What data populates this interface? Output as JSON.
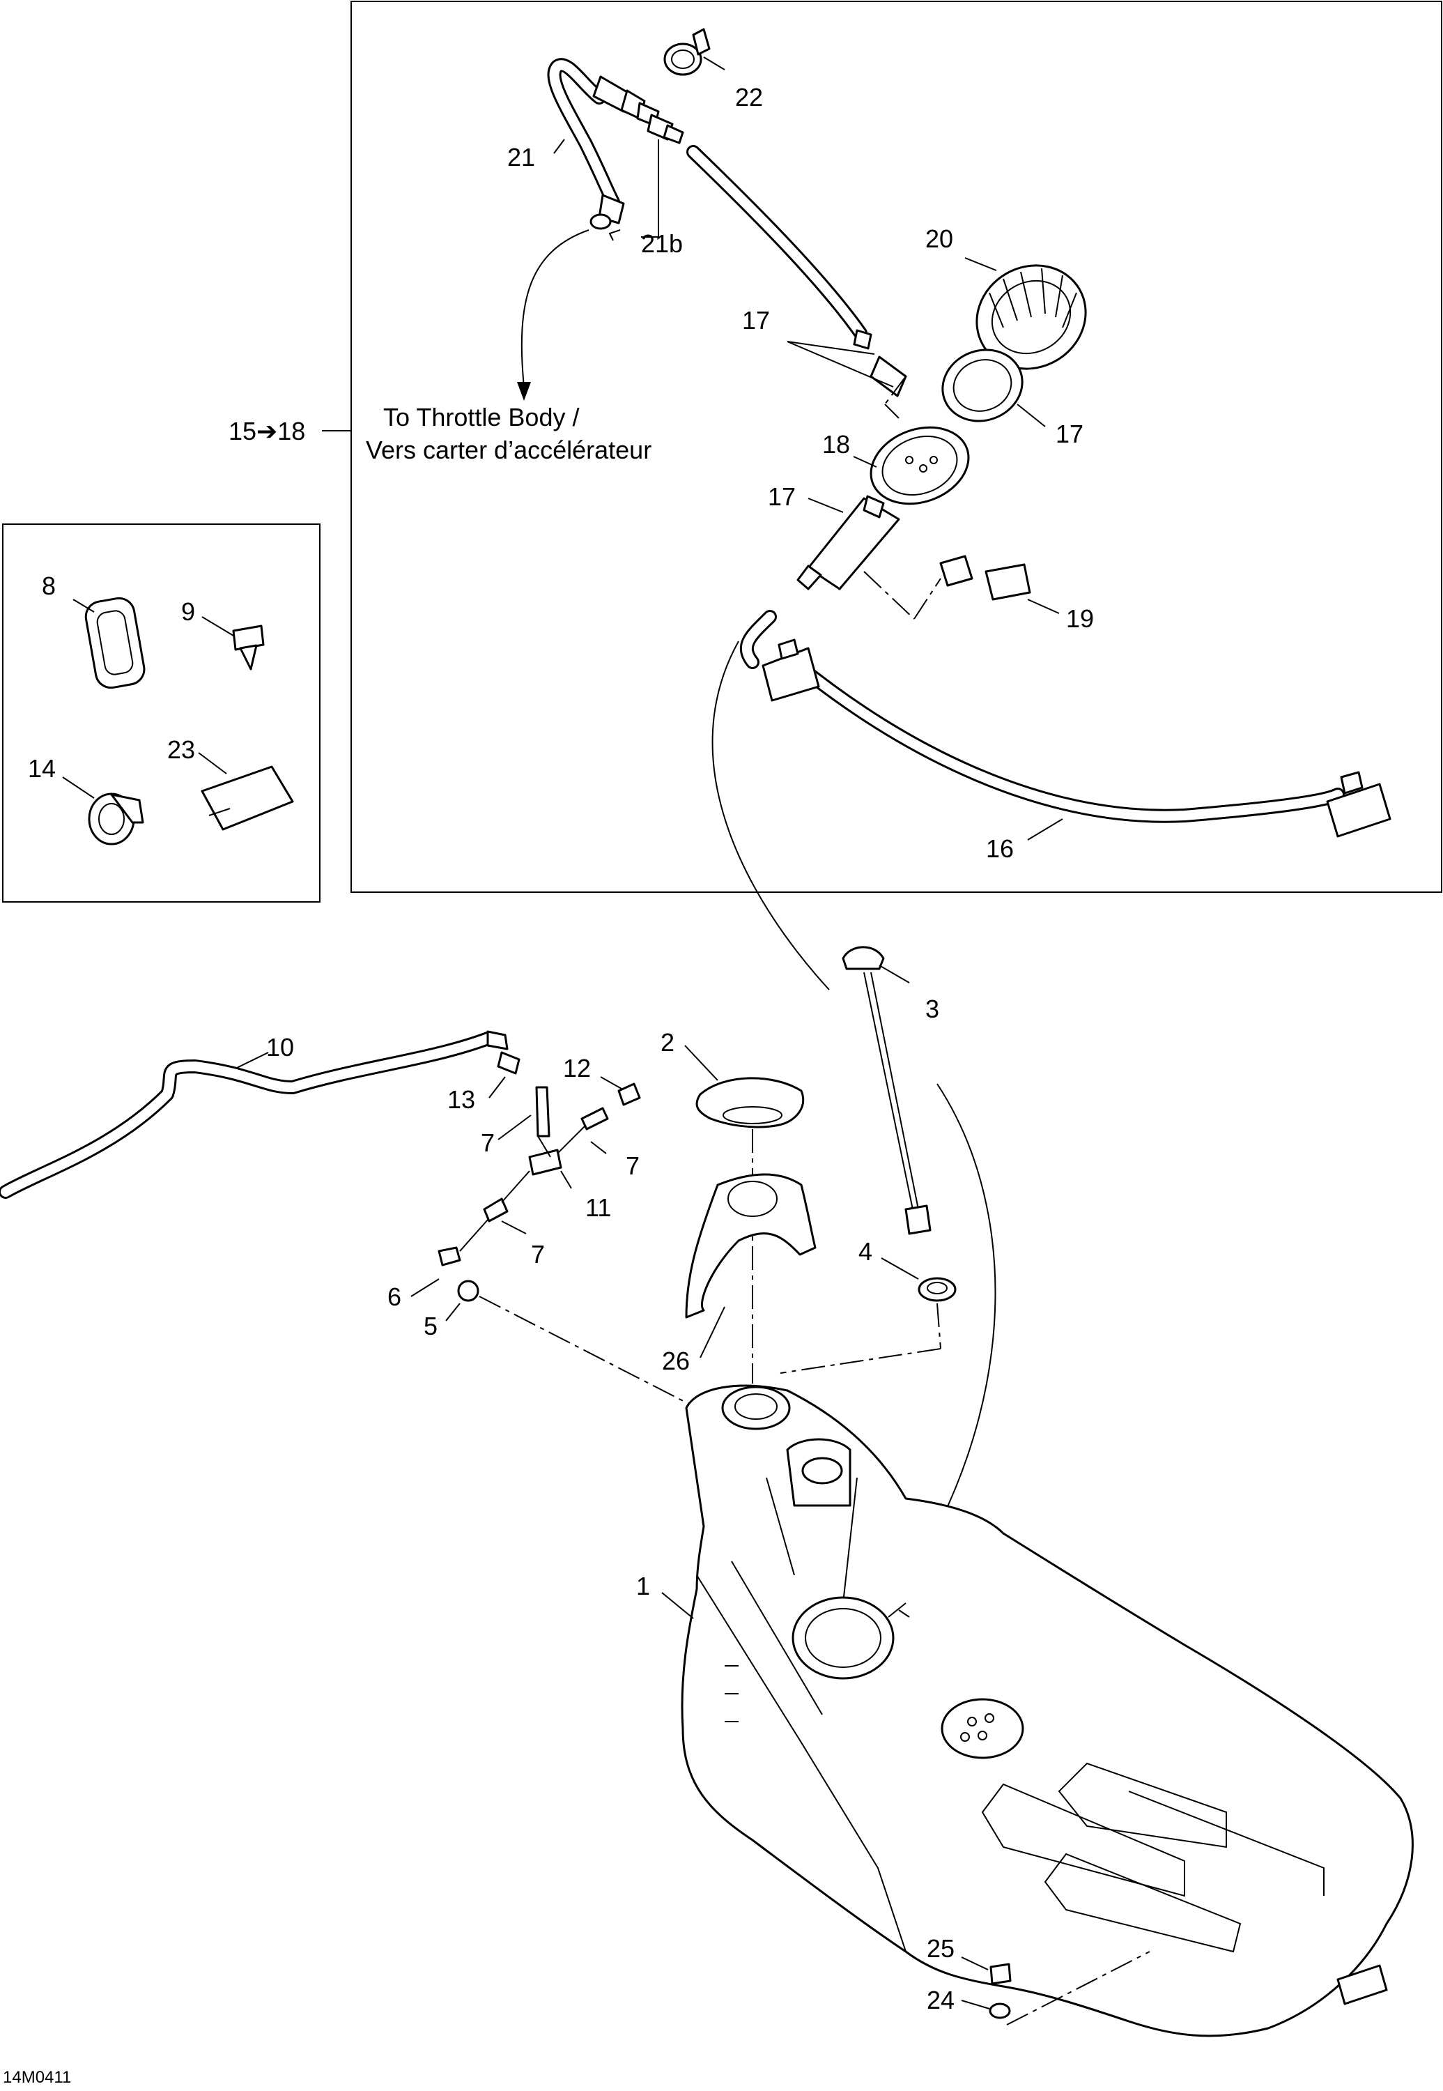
{
  "labels": {
    "p1": "1",
    "p2": "2",
    "p3": "3",
    "p4": "4",
    "p5": "5",
    "p6": "6",
    "p7a": "7",
    "p7b": "7",
    "p7c": "7",
    "p8": "8",
    "p9": "9",
    "p10": "10",
    "p11": "11",
    "p12": "12",
    "p13": "13",
    "p14": "14",
    "p15_18": "15➔18",
    "p16": "16",
    "p17a": "17",
    "p17b": "17",
    "p17c": "17",
    "p18": "18",
    "p19": "19",
    "p20": "20",
    "p21": "21",
    "p21b": "21b",
    "p22": "22",
    "p23": "23",
    "p24": "24",
    "p25": "25",
    "p26": "26"
  },
  "note": {
    "line1": "To Throttle Body /",
    "line2": "Vers carter d’accélérateur"
  },
  "figure_code": "14M0411"
}
